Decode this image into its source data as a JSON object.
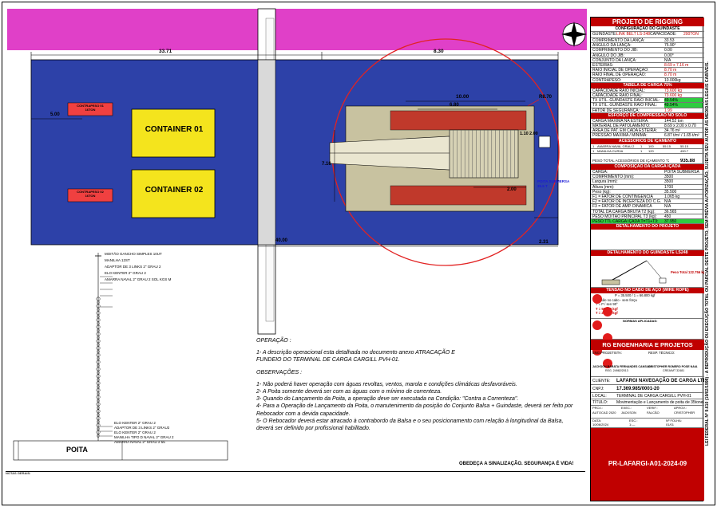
{
  "plan": {
    "container_1": "CONTAINER 01",
    "container_2": "CONTAINER 02",
    "counterweight_1": [
      "CONTRAPESO 01",
      "16TON"
    ],
    "counterweight_2": [
      "CONTRAPESO 02",
      "16TON"
    ],
    "dims": {
      "d_33_71": "33.71",
      "d_8_30": "8.30",
      "d_5_00": "5.00",
      "d_10_00": "10.00",
      "d_6_80": "6.80",
      "d_7_16": "7.16",
      "d_2_00a": "2.00",
      "d_1_10": "1.10",
      "d_2_00b": "2.00",
      "d_r8_70": "R8.70",
      "d_40_00": "40.00",
      "d_2_31": "2.31"
    },
    "poita_label": [
      "POITA SUBMERSA",
      "35.5 T"
    ],
    "colors": {
      "deck": "#2d41a8",
      "pier": "#d936d6",
      "container": "#f4e41d",
      "crane": "#c8c2a0",
      "radius": "#e22222",
      "pink_strip": "#e040c8"
    }
  },
  "rigging_left": {
    "top_labels": [
      "MOITÃO GANCHO SIMPLES 10UT",
      "MANILHA 12ST",
      "ADAPTOR DE 3 LINKS 2\" GRAU 2",
      "ELO KENTER 2\" GRAU 2",
      "AMARRA NAVAL 2\" GRAU 2 SOL KGS M"
    ],
    "bottom_labels": [
      "ELO KENTER 2\" GRAU 2",
      "ADAPTOR DE 3 LINKS 2\" GRAU2",
      "ELO KENTER 2\" GRAU 2",
      "MANILHA TIPO D NAVAL 2\" GRAU 2",
      "AMARRA NAVAL 2\" GRAU 2 55"
    ],
    "object": "POITA"
  },
  "notes": {
    "op_title": "OPERAÇÃO :",
    "op_text": "1- A descrição operacional esta detalhada no documento anexo ATRACAÇÃO E FUNDEIO DO TERMINAL DE CARGA CARGILL PVH-01.",
    "obs_title": "OBSERVAÇÕES :",
    "obs": [
      "1- Não poderá haver operação com águas revoltas, ventos, marola e condições climáticas desfavoráveis.",
      "2- A Poita somente deverá ser com as águas com o mínimo de correnteza.",
      "3- Quando do Lançamento da Poita, a operação deve ser executada na Condição: \"Contra a Correnteza\".",
      "4- Para a Operação de Lançamento da Poita, o manutenimento da posição do Conjunto Balsa + Guindaste, deverá ser feito por Rebocador com a devida capacidade.",
      "5- O Rebocador deverá estar atracado à contrabordo da Balsa e o seu posicionamento com relação à longitudinal da Balsa, deverá ser definido por profissional habilitado."
    ],
    "footer_note": "NOTAS GERAIS:",
    "signage": "OBEDEÇA A SINALIZAÇÃO.  SEGURANÇA É VIDA!"
  },
  "title_block": {
    "title": "PROJETO DE RIGGING",
    "config_title": "CONFIGURAÇÃO DO GUINDASTE",
    "crane_row": {
      "l1": "GUINDASTE:",
      "v1": "LINK BELT LS-248",
      "l2": "CAPACIDADE:",
      "v2": "200TON"
    },
    "config_rows": [
      [
        "COMPRIMENTO DA LANÇA:",
        "33.53"
      ],
      [
        "ÂNGULO DA LANÇA:",
        "75.90°"
      ],
      [
        "COMPRIMENTO DO JIB:",
        "0.00"
      ],
      [
        "ÂNGULO DO JIB:",
        "0.00°"
      ],
      [
        "CONJUNTO DA LANÇA:",
        "N/A"
      ],
      [
        "ESTEIRAS:",
        "8.69 x 7.16 m"
      ],
      [
        "RAIO INICIAL DE OPERAÇÃO:",
        "8.70 m"
      ],
      [
        "RAIO FINAL DE OPERAÇÃO:",
        "8.70 m"
      ],
      [
        "CONTRAPESO:",
        "10.000kg"
      ]
    ],
    "load_table_title": "TABELA DE CARGA 75%",
    "load_rows": [
      [
        "CAPACIDADE RAIO INICIAL:",
        "73.600 kg"
      ],
      [
        "CAPACIDADE RAIO FINAL:",
        "73.600 kg"
      ],
      [
        "TX UTIL. GUINDASTE RAIO INICIAL:",
        "49.54%"
      ],
      [
        "TX UTIL. GUINDASTE RAIO FINAL:",
        "49.54%"
      ],
      [
        "FATOR DE SEGURANÇA:",
        "1.99"
      ]
    ],
    "pressure_title": "ESFORÇO DE COMPRESSÃO NO SOLO",
    "pressure_rows": [
      [
        "CARGA MÁXIMA NA ESTEIRA:",
        "144.52 ton"
      ],
      [
        "MATERIAL DE PATOLAMENTO:",
        "8.69 x 2.00 x 0.70"
      ],
      [
        "ÁREA DE PAT. EM CADA ESTEIRA:",
        "34.76 m²"
      ],
      [
        "PRESSÃO MÁXIMA / MÍNIMA:",
        "6.87 t/m² / 1.65 t/m²"
      ]
    ],
    "accessories_title": "ACESSÓRIOS DE IÇAMENTO",
    "accessories": [
      [
        "1",
        "AMARRA NAVAL GRAU 2",
        "1",
        "100",
        "55.15",
        "55.15"
      ],
      [
        "1",
        "MANILHA CURVA",
        "1",
        "120",
        "",
        "490.7"
      ]
    ],
    "accessories_total_label": "PESO TOTAL ACESSÓRIOS DE IÇAMENTO T2 (kg)",
    "accessories_total": "935.88",
    "load_comp_title": "COMPOSIÇÃO DA CARGA IÇADA",
    "load_comp_rows": [
      [
        "CARGA:",
        "POITA SUBMERSA"
      ],
      [
        "COMPRIMENTO (mm):",
        "3500"
      ],
      [
        "Largura (mm):",
        "3500"
      ],
      [
        "Altura (mm):",
        "1700"
      ],
      [
        "Peso (kg):",
        "35.500"
      ],
      [
        "F1 = FATOR DE CONTINGÊNCIA",
        "1.065 kg"
      ],
      [
        "F2 = FATOR DE INCERTEZA DO C.G.",
        "N/A"
      ],
      [
        "F3 = FATOR DE AMP. DINÂMICA",
        "N/A"
      ]
    ],
    "total_rows": [
      [
        "TOTAL DA CARGA BRUTA T2 (kg):",
        "36.565"
      ],
      [
        "PESO MOITÃO PRINCIPAL T3 (kg):",
        "450"
      ],
      [
        "PESO TTL CARGA IÇADA T=T1+T3:",
        "37.950"
      ]
    ],
    "detail_project_title": "DETALHAMENTO DO PROJETO",
    "detail_crane_title": "DETALHAMENTO DO GUINDASTE LS248",
    "rope_title": "TENSÃO NO CABO DE AÇO (WIRE ROPE)",
    "rope_lines": [
      "P = 35.500 / 1 = 66.800 kgf",
      "Tensão no cabo - sem força",
      "T = P / sen 90°",
      "T = 50.000 kgf",
      "T = 26.520 kgf"
    ],
    "weight_label": [
      "Peso Total",
      "122.756 kg"
    ],
    "norm_title": "NORMAS APLICADAS:",
    "company": "RG ENGENHARIA E PROJETOS",
    "eng_label": "ENG PROJETISTA:",
    "resp_label": "RESP. TÉCNICO:",
    "eng_name": "JACKSON BARATA FERNANDES CANSIAN",
    "eng_reg": "REG. 24982/2013",
    "resp_name": "CRISTOPHER ROMERO POSE NAIA",
    "resp_reg": "CREA/MT 32481",
    "client_label": "CLIENTE:",
    "client": "LAFARGI NAVEGAÇÃO DE CARGA LTDA.",
    "cnpj_label": "CNPJ:",
    "cnpj": "17.369.985/0001-20",
    "local_label": "LOCAL:",
    "local": "TERMINAL DE CARGA CARGILL PVH-01",
    "titulo_label": "TÍTULO:",
    "titulo": "Movimentação e Lançamento de poita de 35toneladas",
    "proj_label": "PROJ.:",
    "proj_val": "AUTOCAD 2020",
    "exec_label": "EXEC.:",
    "exec_val": "JACKSON",
    "verif_label": "VERIF.:",
    "verif_val": "FALCÃO",
    "aprov_label": "APROV.:",
    "aprov_val": "CRISTOPHER",
    "data_label": "DATA:",
    "data_val": "10/06/2024",
    "esc_label": "ESC.:",
    "esc_val": "1:—",
    "folha_label": "Nº FOLHA:",
    "folha_val": "01/01",
    "drawing_number": "PR-LAFARGI-A01-2024-09",
    "sidebar": "LEI FEDERAL Nº 9.610 (19/02/1998) - A REPRODUÇÃO OU EXECUÇÃO TOTAL OU PARCIAL DESTE PROJETO, SEM PRÉVIA AUTORIZAÇÃO, SUJEITA SEU AUTOR ÀS MEDIDAS LEGAIS CABÍVEIS."
  }
}
